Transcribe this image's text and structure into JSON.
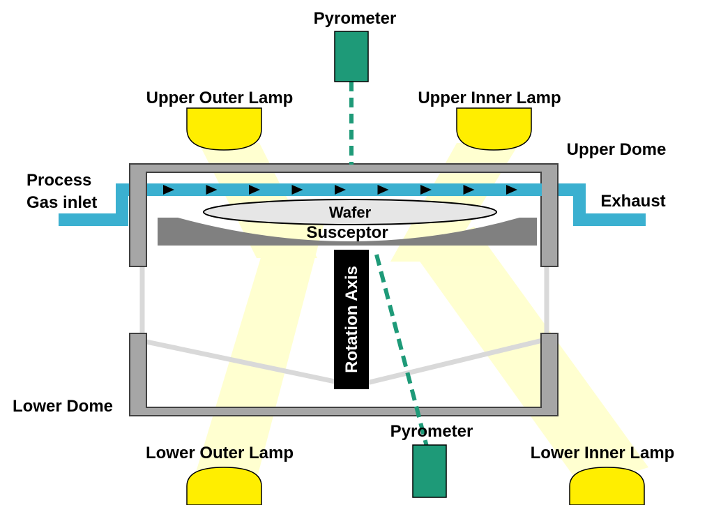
{
  "labels": {
    "pyrometer_top": "Pyrometer",
    "pyrometer_bottom": "Pyrometer",
    "upper_outer_lamp": "Upper Outer Lamp",
    "upper_inner_lamp": "Upper Inner Lamp",
    "lower_outer_lamp": "Lower Outer Lamp",
    "lower_inner_lamp": "Lower Inner Lamp",
    "upper_dome": "Upper Dome",
    "lower_dome": "Lower Dome",
    "process_gas_line1": "Process",
    "process_gas_line2": "Gas inlet",
    "exhaust": "Exhaust",
    "wafer": "Wafer",
    "susceptor": "Susceptor",
    "rotation_axis": "Rotation Axis"
  },
  "colors": {
    "pyrometer": "#1e9a78",
    "lamp": "#ffee00",
    "light_beam": "#ffffc0",
    "gas_channel": "#3bb0d0",
    "chamber_wall": "#a6a6a6",
    "susceptor": "#808080",
    "wafer": "#e6e6e6",
    "rotation_axis": "#000000",
    "dome_line": "#d9d9d9"
  },
  "flow_arrow_count": 9
}
